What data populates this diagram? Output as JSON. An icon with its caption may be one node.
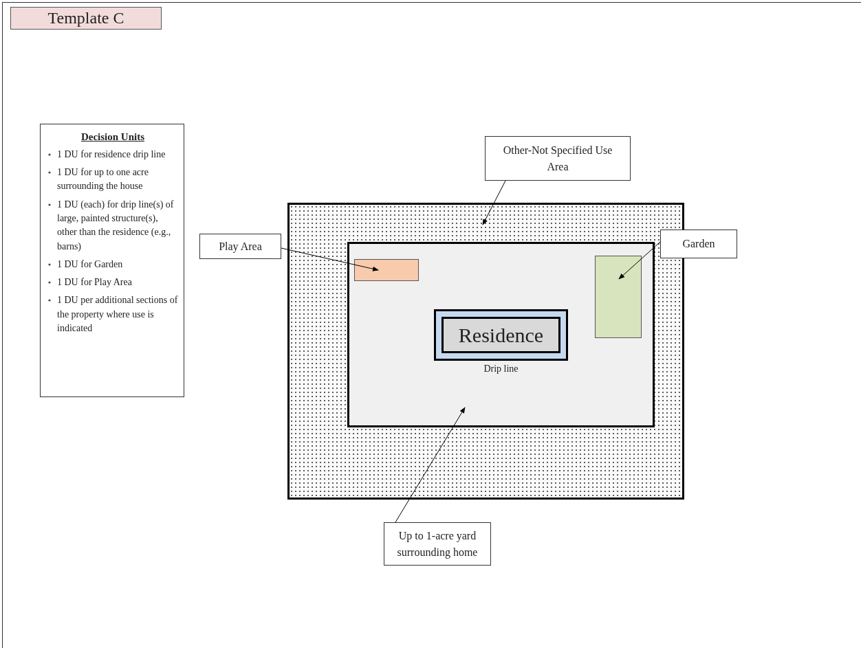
{
  "diagram": {
    "title": "Template C",
    "nodes": [
      {
        "text": [
          "Decision Units",
          "1 DU for residence drip line",
          "1 DU for up to one acre surrounding the house",
          "1 DU (each) for drip line(s) of large, painted structure(s), other than the residence (e.g., barns)",
          "1 DU for Garden",
          "1 DU for Play Area",
          "1 DU per additional sections of the property where use is indicated"
        ]
      },
      {
        "text": [
          "Other-Not Specified Use Area"
        ]
      },
      {
        "text": [],
        "shape": "box"
      },
      {
        "text": [],
        "shape": "box",
        "in": 2
      },
      {
        "text": [],
        "shape": "box",
        "in": 3
      },
      {
        "text": [],
        "shape": "box",
        "in": 3
      },
      {
        "text": [],
        "shape": "box",
        "in": 3,
        "beside": [
          "Drip line"
        ]
      },
      {
        "text": [
          "Residence"
        ],
        "in": 6
      },
      {
        "text": [
          "Play Area"
        ]
      },
      {
        "text": [
          "Garden"
        ]
      },
      {
        "text": [
          "Up to 1-acre yard surrounding home"
        ]
      }
    ],
    "edges": [
      {
        "from": 1,
        "to": 2,
        "arrow": "to"
      },
      {
        "from": 8,
        "to": 4,
        "arrow": "to"
      },
      {
        "from": 9,
        "to": 5,
        "arrow": "to"
      },
      {
        "from": 10,
        "to": 3,
        "arrow": "to"
      }
    ]
  }
}
